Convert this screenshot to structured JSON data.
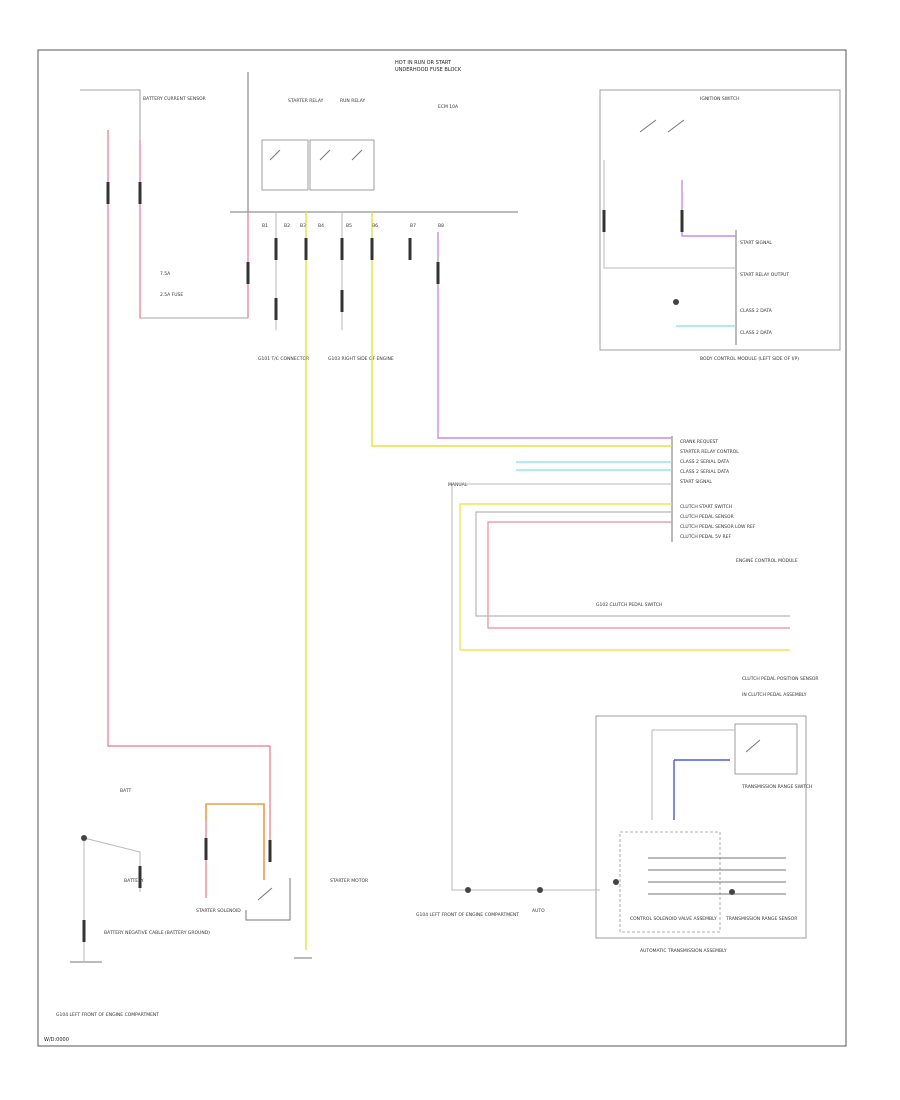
{
  "diagram": {
    "footer_code": "W/D:0000",
    "top_fuse_block": {
      "line1": "HOT IN RUN OR START",
      "line2": "UNDERHOOD FUSE BLOCK"
    },
    "bus_labels": [
      "B1",
      "B2",
      "B3",
      "B4",
      "B5",
      "B6",
      "B7",
      "B8"
    ],
    "wire_colors": {
      "red": "#ee8a9a",
      "yellow": "#e6e23e",
      "violet": "#cf8bdf",
      "orange": "#f09a4a",
      "blue": "#4a5bd8",
      "cyan": "#7fe0e0",
      "gray": "#b8b8b8"
    },
    "labels": {
      "battery_current_sensor": "BATTERY CURRENT SENSOR",
      "starter_relay": "STARTER RELAY",
      "run_relay": "RUN RELAY",
      "ecm_fuse": "ECM 10A",
      "ignition_switch": "IGNITION SWITCH",
      "body_control_module": "BODY CONTROL MODULE (LEFT SIDE OF I/P)",
      "engine_control_module": "ENGINE CONTROL MODULE",
      "clutch_pedal_sensor": "CLUTCH PEDAL POSITION SENSOR",
      "clutch_pedal_assembly": "IN CLUTCH PEDAL ASSEMBLY",
      "transmission_range_switch": "TRANSMISSION RANGE SWITCH",
      "control_solenoid": "CONTROL SOLENOID VALVE ASSEMBLY",
      "transmission_sensor": "TRANSMISSION RANGE SENSOR",
      "automatic_transmission_assembly": "AUTOMATIC TRANSMISSION ASSEMBLY",
      "starter_motor": "STARTER MOTOR",
      "starter_solenoid": "STARTER SOLENOID",
      "battery": "BATTERY",
      "battery_ground": "BATTERY NEGATIVE CABLE (BATTERY GROUND)",
      "g104": "G104 LEFT FRONT OF ENGINE COMPARTMENT",
      "g101": "G101 T/C CONNECTOR",
      "g103": "G103 RIGHT SIDE OF ENGINE",
      "g102": "G102 CLUTCH PEDAL SWITCH",
      "auto_label": "AUTO",
      "manual_label": "MANUAL",
      "b_plus": "BATT",
      "fuse_a": "7.5A",
      "fuse_b": "2.5A FUSE"
    },
    "ecm_pins": [
      "CRANK REQUEST",
      "STARTER RELAY CONTROL",
      "CLASS 2 SERIAL DATA",
      "CLASS 2 SERIAL DATA",
      "START SIGNAL",
      "CLUTCH START SWITCH",
      "CLUTCH PEDAL SENSOR",
      "CLUTCH PEDAL SENSOR LOW REF",
      "CLUTCH PEDAL 5V REF"
    ],
    "bcm_pins": [
      "START SIGNAL",
      "START RELAY OUTPUT",
      "CLASS 2 DATA",
      "CLASS 2 DATA"
    ]
  }
}
